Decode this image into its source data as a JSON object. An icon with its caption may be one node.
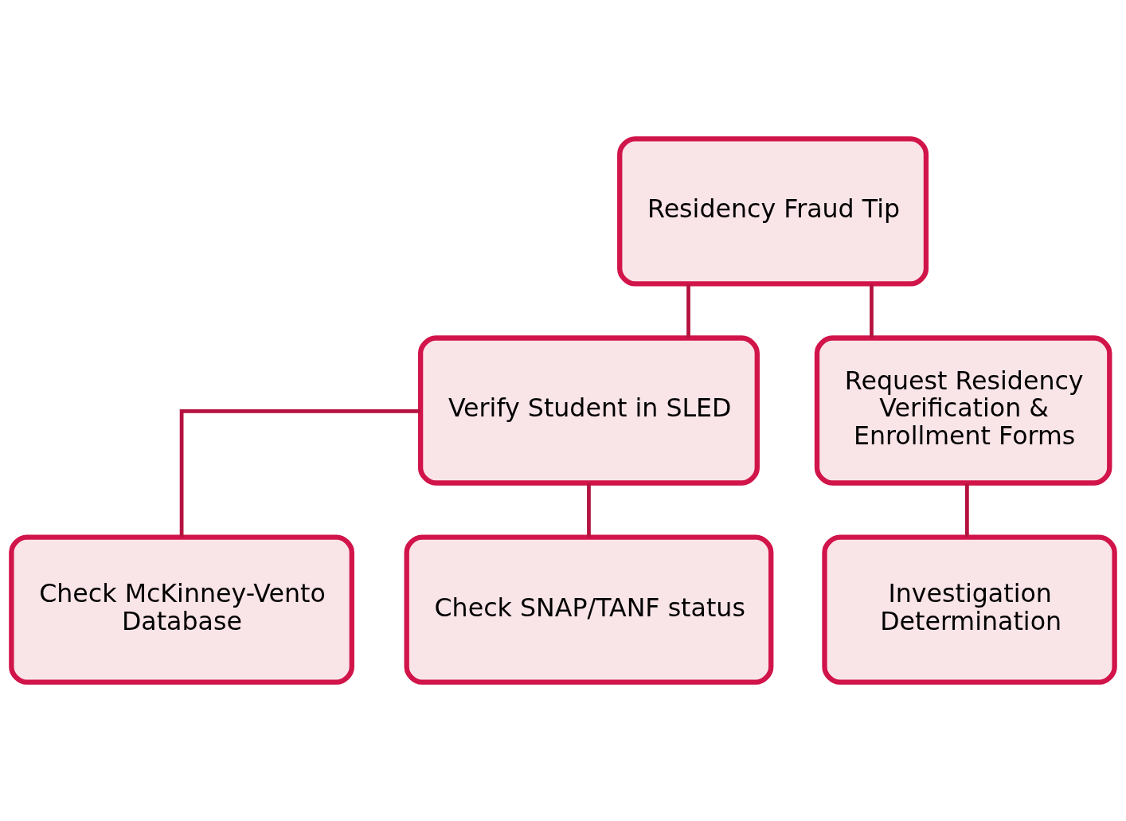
{
  "diagram": {
    "nodes": [
      {
        "text": [
          "Residency Fraud Tip"
        ]
      },
      {
        "text": [
          "Verify Student in SLED"
        ]
      },
      {
        "text": [
          "Request Residency Verification & Enrollment Forms"
        ]
      },
      {
        "text": [
          "Check McKinney-Vento Database"
        ]
      },
      {
        "text": [
          "Check SNAP/TANF status"
        ]
      },
      {
        "text": [
          "Investigation Determination"
        ]
      }
    ],
    "edges": [
      {
        "from": 0,
        "to": 1,
        "arrow": "none"
      },
      {
        "from": 0,
        "to": 2,
        "arrow": "none"
      },
      {
        "from": 1,
        "to": 3,
        "arrow": "none"
      },
      {
        "from": 1,
        "to": 4,
        "arrow": "none"
      },
      {
        "from": 2,
        "to": 5,
        "arrow": "none"
      }
    ]
  }
}
